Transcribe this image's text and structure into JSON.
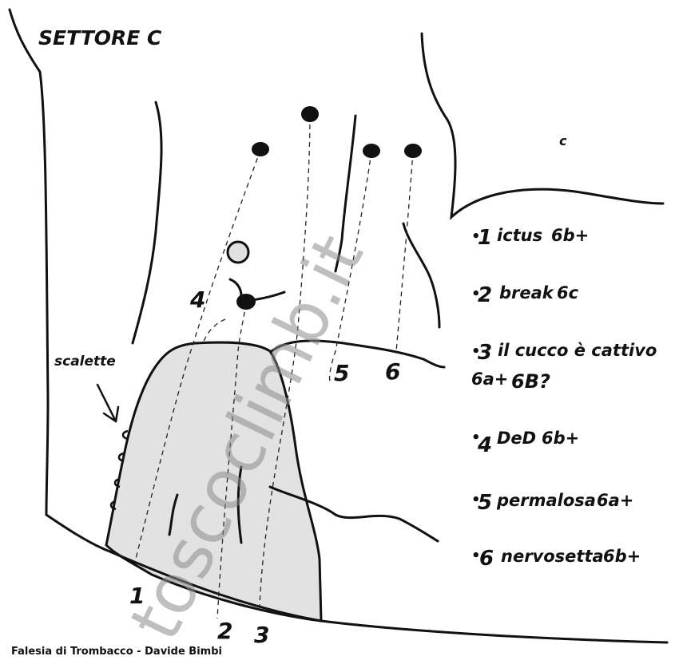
{
  "title": "SETTORE C",
  "label_scalette": "scalette",
  "credit": "Falesia di Trombacco - Davide Bimbi",
  "watermark": "toscoclimb.it",
  "route_numbers_drawing": [
    "4",
    "5",
    "6",
    "1",
    "2",
    "3"
  ],
  "routes": [
    {
      "number": "1",
      "name": "ictus",
      "grade": "6b+"
    },
    {
      "number": "2",
      "name": "break",
      "grade": "6c"
    },
    {
      "number": "3",
      "name": "il cucco è cattivo",
      "grade": "6a+",
      "grade_note": "6B?"
    },
    {
      "number": "4",
      "name": "DeD",
      "grade": "6b+"
    },
    {
      "number": "5",
      "name": "permalosa",
      "grade": "6a+"
    },
    {
      "number": "6",
      "name": "nervosetta",
      "grade": "6b+"
    }
  ],
  "stray_mark": "c"
}
